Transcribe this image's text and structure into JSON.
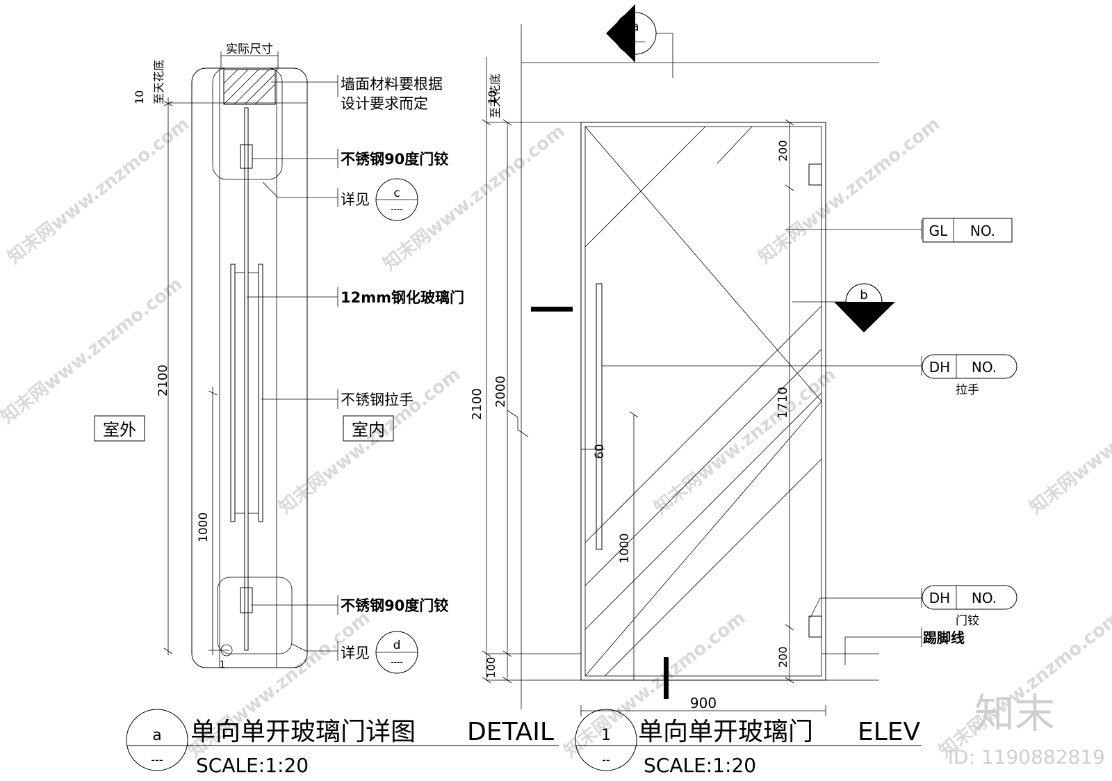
{
  "detail": {
    "ceiling_note": "至天花底",
    "actual_size": "实际尺寸",
    "note_wall": [
      "墙面材料要根据",
      "设计要求而定"
    ],
    "note_hinge_top": "不锈钢90度门铰",
    "note_see_c": "详见",
    "bubble_c": "c",
    "bubble_c_sub": "----",
    "note_glass": "12mm钢化玻璃门",
    "note_handle": "不锈钢拉手",
    "note_hinge_bottom": "不锈钢90度门铰",
    "note_see_d": "详见",
    "bubble_d": "d",
    "bubble_d_sub": "----",
    "label_outside": "室外",
    "label_inside": "室内",
    "dim_10": "10",
    "dim_2100": "2100",
    "dim_1000": "1000",
    "dim_1": "1"
  },
  "elev": {
    "ceiling_note": "至天花底",
    "section_a": "a",
    "section_b": "b",
    "dim_10": "10",
    "dim_2100": "2100",
    "dim_2000": "2000",
    "dim_100": "100",
    "dim_200_top": "200",
    "dim_1710": "1710",
    "dim_200_bottom": "200",
    "dim_60": "60",
    "dim_1000": "1000",
    "dim_900": "900",
    "tag_gl_code": "GL",
    "tag_gl_no": "NO.",
    "tag_dh1_code": "DH",
    "tag_dh1_no": "NO.",
    "tag_dh1_label": "拉手",
    "tag_dh2_code": "DH",
    "tag_dh2_no": "NO.",
    "tag_dh2_label": "门铰",
    "skirting": "踢脚线"
  },
  "titles": {
    "detail_bubble": "a",
    "detail_bubble_sub": "---",
    "detail_title": "单向单开玻璃门详图",
    "detail_title_en": "DETAIL",
    "detail_scale": "SCALE:1:20",
    "elev_bubble": "1",
    "elev_bubble_sub": "--",
    "elev_title": "单向单开玻璃门",
    "elev_title_en": "ELEV",
    "elev_scale": "SCALE:1:20"
  },
  "watermark": {
    "logo": "知末",
    "id": "ID: 1190882819",
    "site": "知末网www.znzmo.com"
  }
}
